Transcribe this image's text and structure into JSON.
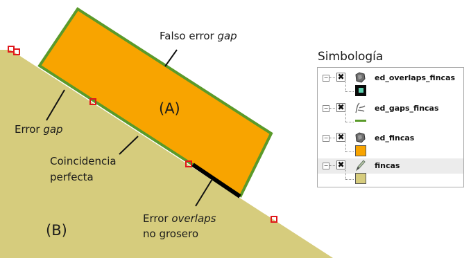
{
  "diagram": {
    "labels": {
      "falso_error": {
        "text": "Falso error ",
        "italic": "gap"
      },
      "region_a": "(A)",
      "error_gap": {
        "text": "Error ",
        "italic": "gap"
      },
      "coincidencia_line1": "Coincidencia",
      "coincidencia_line2": "perfecta",
      "region_b": "(B)",
      "error_overlaps_line1": {
        "text": "Error ",
        "italic": "overlaps"
      },
      "error_overlaps_line2": "no grosero"
    },
    "colors": {
      "terrain": "#d6cc7d",
      "parcel_fill": "#f8a400",
      "parcel_border": "#5a9a2a",
      "overlap": "#000000",
      "vertex": "#e0171b"
    }
  },
  "legend": {
    "title": "Simbología",
    "layers": [
      {
        "name": "ed_overlaps_fincas",
        "icon": "polygon-layer-icon",
        "swatch_color": "#0a0a0a",
        "swatch_inner": "#5fd0b0",
        "checked": "✖"
      },
      {
        "name": "ed_gaps_fincas",
        "icon": "line-layer-icon",
        "swatch_color": "#5a9a2a",
        "checked": "✖"
      },
      {
        "name": "ed_fincas",
        "icon": "polygon-layer-icon",
        "swatch_color": "#f8a400",
        "checked": "✖"
      },
      {
        "name": "fincas",
        "icon": "pencil-layer-icon",
        "swatch_color": "#d6cc7d",
        "checked": "✖",
        "selected": true
      }
    ]
  }
}
